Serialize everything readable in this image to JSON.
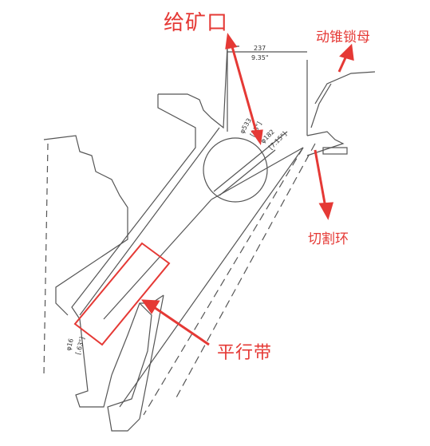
{
  "labels": {
    "feed_opening": "给矿口",
    "locknut": "动锥锁母",
    "cutting_ring": "切割环",
    "parallel_zone": "平行带"
  },
  "dimensions": {
    "top_mm": "237",
    "top_in": "9.35\"",
    "d1_mm": "φ533",
    "d1_in": "[23\"]",
    "d2_mm": "φ182",
    "d2_in": "[7.15\"]",
    "bottom_mm": "φ16",
    "bottom_in": "[.63\"]"
  },
  "colors": {
    "annotation": "#e53935",
    "drawing_line": "#555555"
  }
}
